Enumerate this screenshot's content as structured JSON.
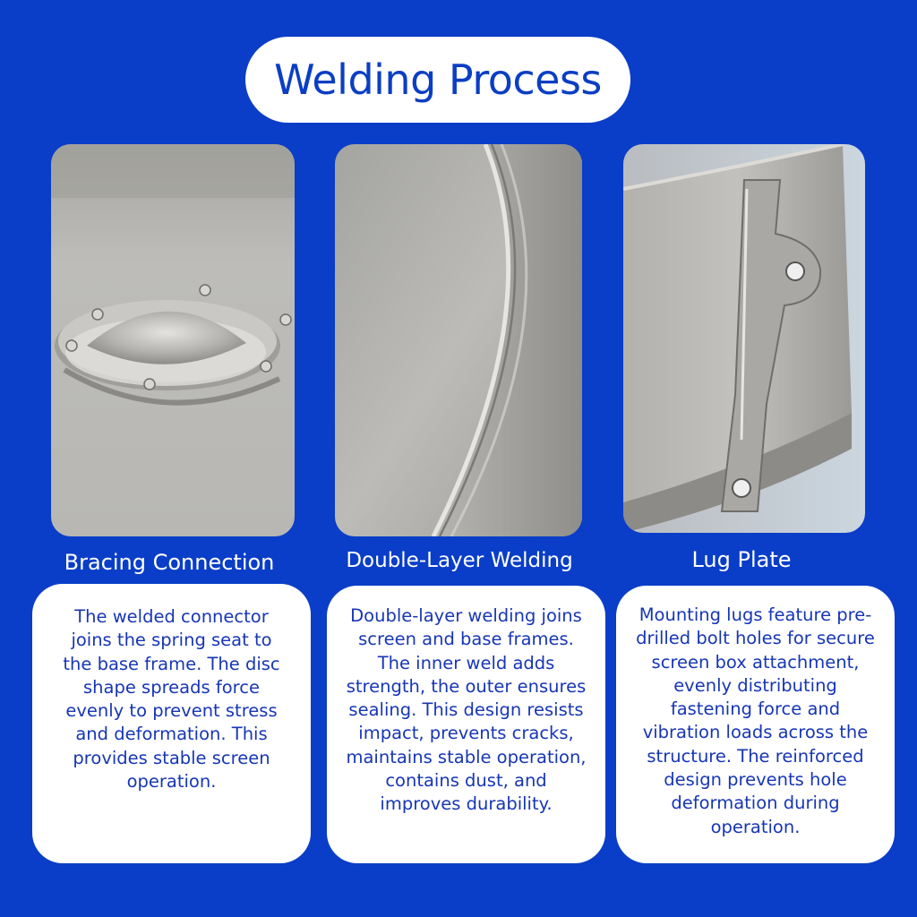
{
  "title": "Welding Process",
  "sections": [
    {
      "caption": "Bracing Connection",
      "image": "spring-seat-disc-connector-photo",
      "text": "The welded connector joins the spring seat to the base frame. The disc shape spreads force evenly to prevent stress and deformation. This provides stable screen operation."
    },
    {
      "caption": "Double-Layer Welding",
      "image": "curved-double-weld-seam-photo",
      "text": "Double-layer welding joins screen and base frames. The inner weld adds strength, the outer ensures sealing. This design resists impact, prevents cracks, maintains stable operation, contains dust, and improves durability."
    },
    {
      "caption": "Lug Plate",
      "image": "mounting-lug-plate-photo",
      "text": "Mounting lugs feature pre-drilled bolt holes for secure screen box attachment, evenly distributing fastening force and vibration loads across the structure. The reinforced design prevents hole deformation during operation."
    }
  ],
  "colors": {
    "background": "#0a3ec8",
    "title_text": "#0b3ec4",
    "body_text": "#1736b5",
    "card": "#ffffff"
  }
}
